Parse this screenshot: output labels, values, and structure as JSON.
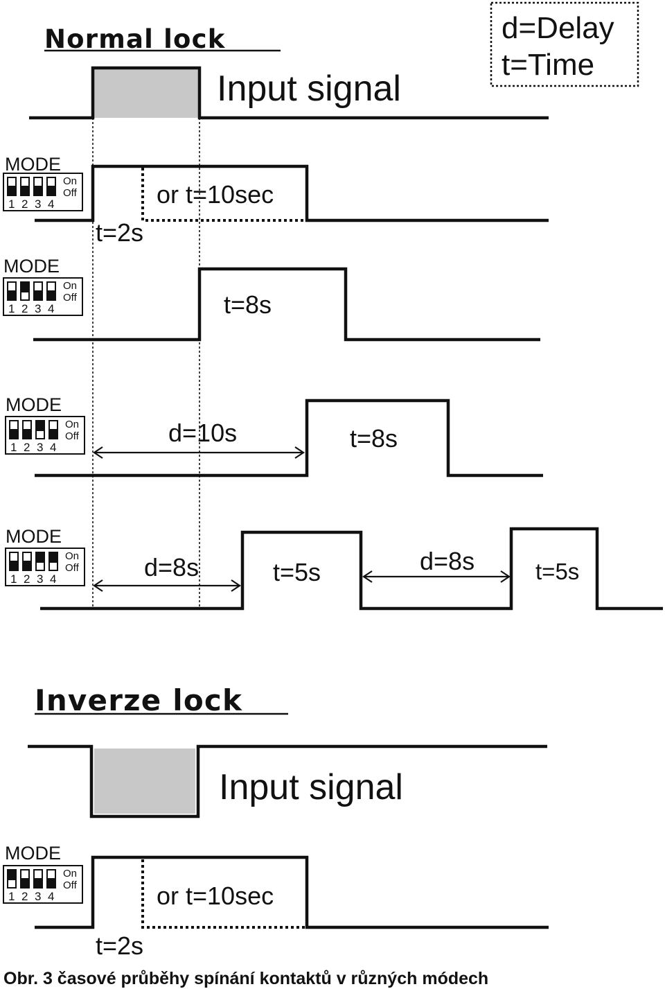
{
  "legend": {
    "line1": "d=Delay",
    "line2": "t=Time"
  },
  "normal_section": {
    "heading": "Normal lock",
    "input_label": "Input signal",
    "rows": [
      {
        "mode_label": "MODE",
        "dip_on": [
          false,
          false,
          false,
          false
        ],
        "labels": {
          "alt_time": "or t=10sec",
          "time": "t=2s"
        }
      },
      {
        "mode_label": "MODE",
        "dip_on": [
          false,
          true,
          false,
          false
        ],
        "labels": {
          "time": "t=8s"
        }
      },
      {
        "mode_label": "MODE",
        "dip_on": [
          false,
          false,
          true,
          false
        ],
        "labels": {
          "delay": "d=10s",
          "time": "t=8s"
        }
      },
      {
        "mode_label": "MODE",
        "dip_on": [
          false,
          false,
          true,
          true
        ],
        "labels": {
          "delay1": "d=8s",
          "time1": "t=5s",
          "delay2": "d=8s",
          "time2": "t=5s"
        }
      }
    ]
  },
  "inverse_section": {
    "heading": "Inverze lock",
    "input_label": "Input signal",
    "rows": [
      {
        "mode_label": "MODE",
        "dip_on": [
          true,
          false,
          false,
          false
        ],
        "labels": {
          "alt_time": "or t=10sec",
          "time": "t=2s"
        }
      }
    ]
  },
  "dip_switch": {
    "numbers": [
      "1",
      "2",
      "3",
      "4"
    ],
    "on": "On",
    "off": "Off"
  },
  "caption": "Obr. 3 časové průběhy spínání kontaktů v různých módech",
  "colors": {
    "ink": "#111111",
    "input_fill": "#c8c8c8",
    "background": "#ffffff"
  }
}
